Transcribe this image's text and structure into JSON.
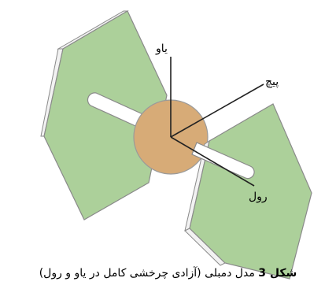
{
  "labels": {
    "yaw": "یاو",
    "pitch": "پیچ",
    "roll": "رول"
  },
  "caption": {
    "bold": "شکل 3",
    "text": " مدل دمبلی (آزادی چرخشی کامل در یاو و رول)"
  },
  "colors": {
    "panel_fill": "#acd09a",
    "panel_edge": "#8a8a8a",
    "panel_rim": "#f2f2f2",
    "hub_fill": "#d7ab77",
    "hub_edge": "#9a9a9a",
    "shaft_fill": "#ffffff",
    "axis_line": "#222222"
  }
}
